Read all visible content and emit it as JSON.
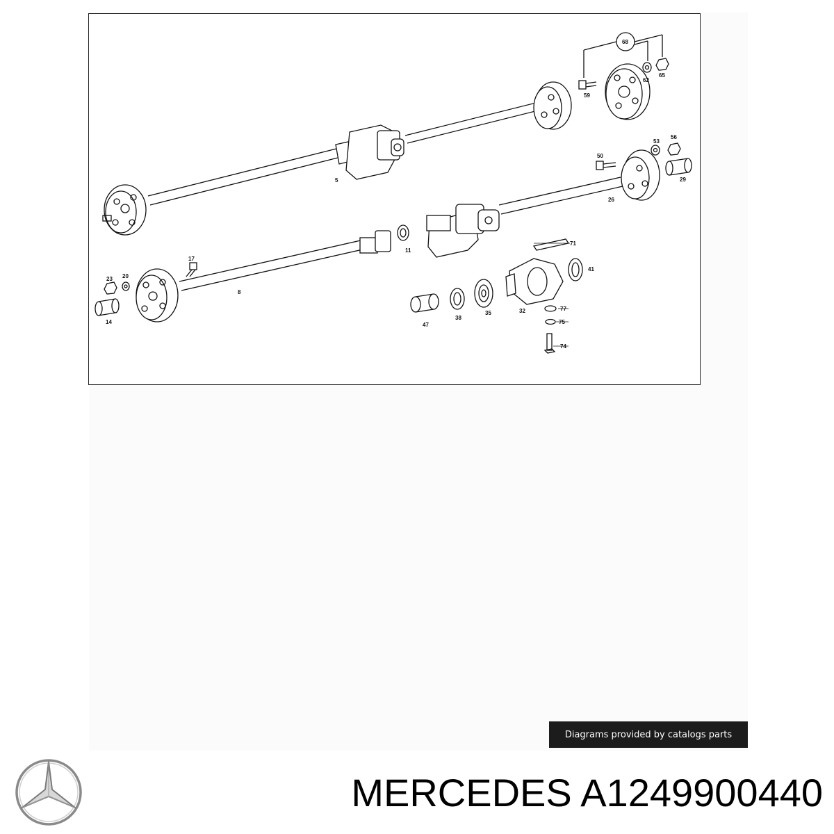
{
  "diagram": {
    "labels": {
      "l68": "68",
      "l59": "59",
      "l62": "62",
      "l65": "65",
      "l5": "5",
      "l50": "50",
      "l53": "53",
      "l56": "56",
      "l29": "29",
      "l26": "26",
      "l11": "11",
      "l71": "71",
      "l41": "41",
      "l17": "17",
      "l23": "23",
      "l20": "20",
      "l8": "8",
      "l14": "14",
      "l47": "47",
      "l38": "38",
      "l35": "35",
      "l32": "32",
      "l77": "77",
      "l75": "75",
      "l74": "74"
    }
  },
  "credit_text": "Diagrams provided by catalogs parts",
  "brand": "MERCEDES",
  "part_number": "A1249900440",
  "logo_icon": "mercedes-star-icon"
}
